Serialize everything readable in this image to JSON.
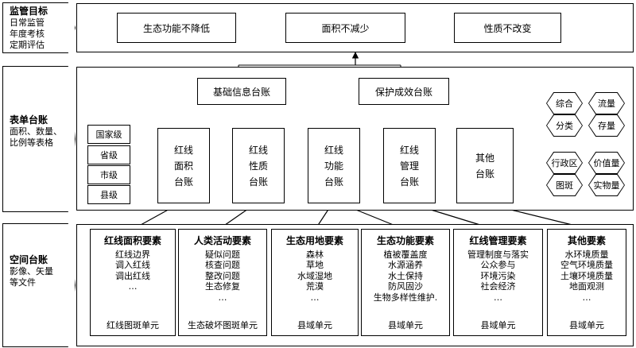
{
  "tiers": [
    {
      "title": "监管目标",
      "lines": [
        "日常监管",
        "年度考核",
        "定期评估"
      ]
    },
    {
      "title": "表单台账",
      "lines": [
        "面积、数量、",
        "比例等表格"
      ]
    },
    {
      "title": "空间台账",
      "lines": [
        "影像、矢量",
        "等文件"
      ]
    }
  ],
  "goals": [
    "生态功能不降低",
    "面积不减少",
    "性质不改变"
  ],
  "summary_ledgers": [
    "基础信息台账",
    "保护成效台账"
  ],
  "levels": [
    "国家级",
    "省级",
    "市级",
    "县级"
  ],
  "ledgers": [
    [
      "红线",
      "面积",
      "台账"
    ],
    [
      "红线",
      "性质",
      "台账"
    ],
    [
      "红线",
      "功能",
      "台账"
    ],
    [
      "红线",
      "管理",
      "台账"
    ],
    [
      "其他",
      "台账"
    ]
  ],
  "dimensions": [
    "综合",
    "流量",
    "分类",
    "存量",
    "行政区",
    "价值量",
    "图斑",
    "实物量"
  ],
  "spatial": [
    {
      "title": "红线面积要素",
      "items": [
        "红线边界",
        "调入红线",
        "调出红线",
        "…"
      ],
      "unit": "红线图斑单元"
    },
    {
      "title": "人类活动要素",
      "items": [
        "疑似问题",
        "核查问题",
        "整改问题",
        "生态修复",
        "…"
      ],
      "unit": "生态破坏图斑单元"
    },
    {
      "title": "生态用地要素",
      "items": [
        "森林",
        "草地",
        "水域湿地",
        "荒漠",
        "…"
      ],
      "unit": "县域单元"
    },
    {
      "title": "生态功能要素",
      "items": [
        "植被覆盖度",
        "水源涵养",
        "水土保持",
        "防风固沙",
        "生物多样性维护."
      ],
      "unit": "县域单元"
    },
    {
      "title": "红线管理要素",
      "items": [
        "管理制度与落实",
        "公众参与",
        "环境污染",
        "社会经济",
        "…"
      ],
      "unit": "县域单元"
    },
    {
      "title": "其他要素",
      "items": [
        "水环境质量",
        "空气环境质量",
        "土壤环境质量",
        "地面观测",
        "…"
      ],
      "unit": "县域单元"
    }
  ]
}
